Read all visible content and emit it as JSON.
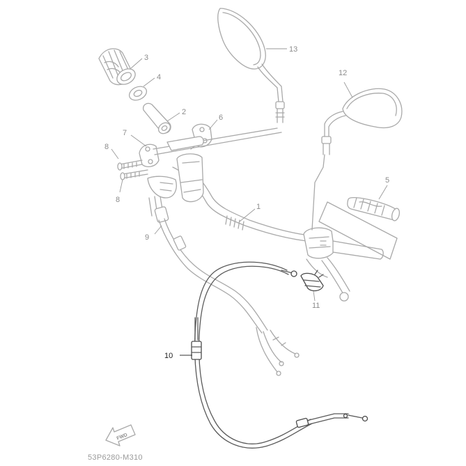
{
  "diagram": {
    "callouts": {
      "c1": "1",
      "c2": "2",
      "c3": "3",
      "c4": "4",
      "c5": "5",
      "c6": "6",
      "c7": "7",
      "c8a": "8",
      "c8b": "8",
      "c9": "9",
      "c10": "10",
      "c11": "11",
      "c12": "12",
      "c13": "13"
    },
    "fwd_label": "FWD",
    "diagram_code": "53P6280-M310"
  },
  "colors": {
    "line_light": "#a9a9a9",
    "line_dark": "#4a4a4a",
    "background": "#ffffff"
  }
}
